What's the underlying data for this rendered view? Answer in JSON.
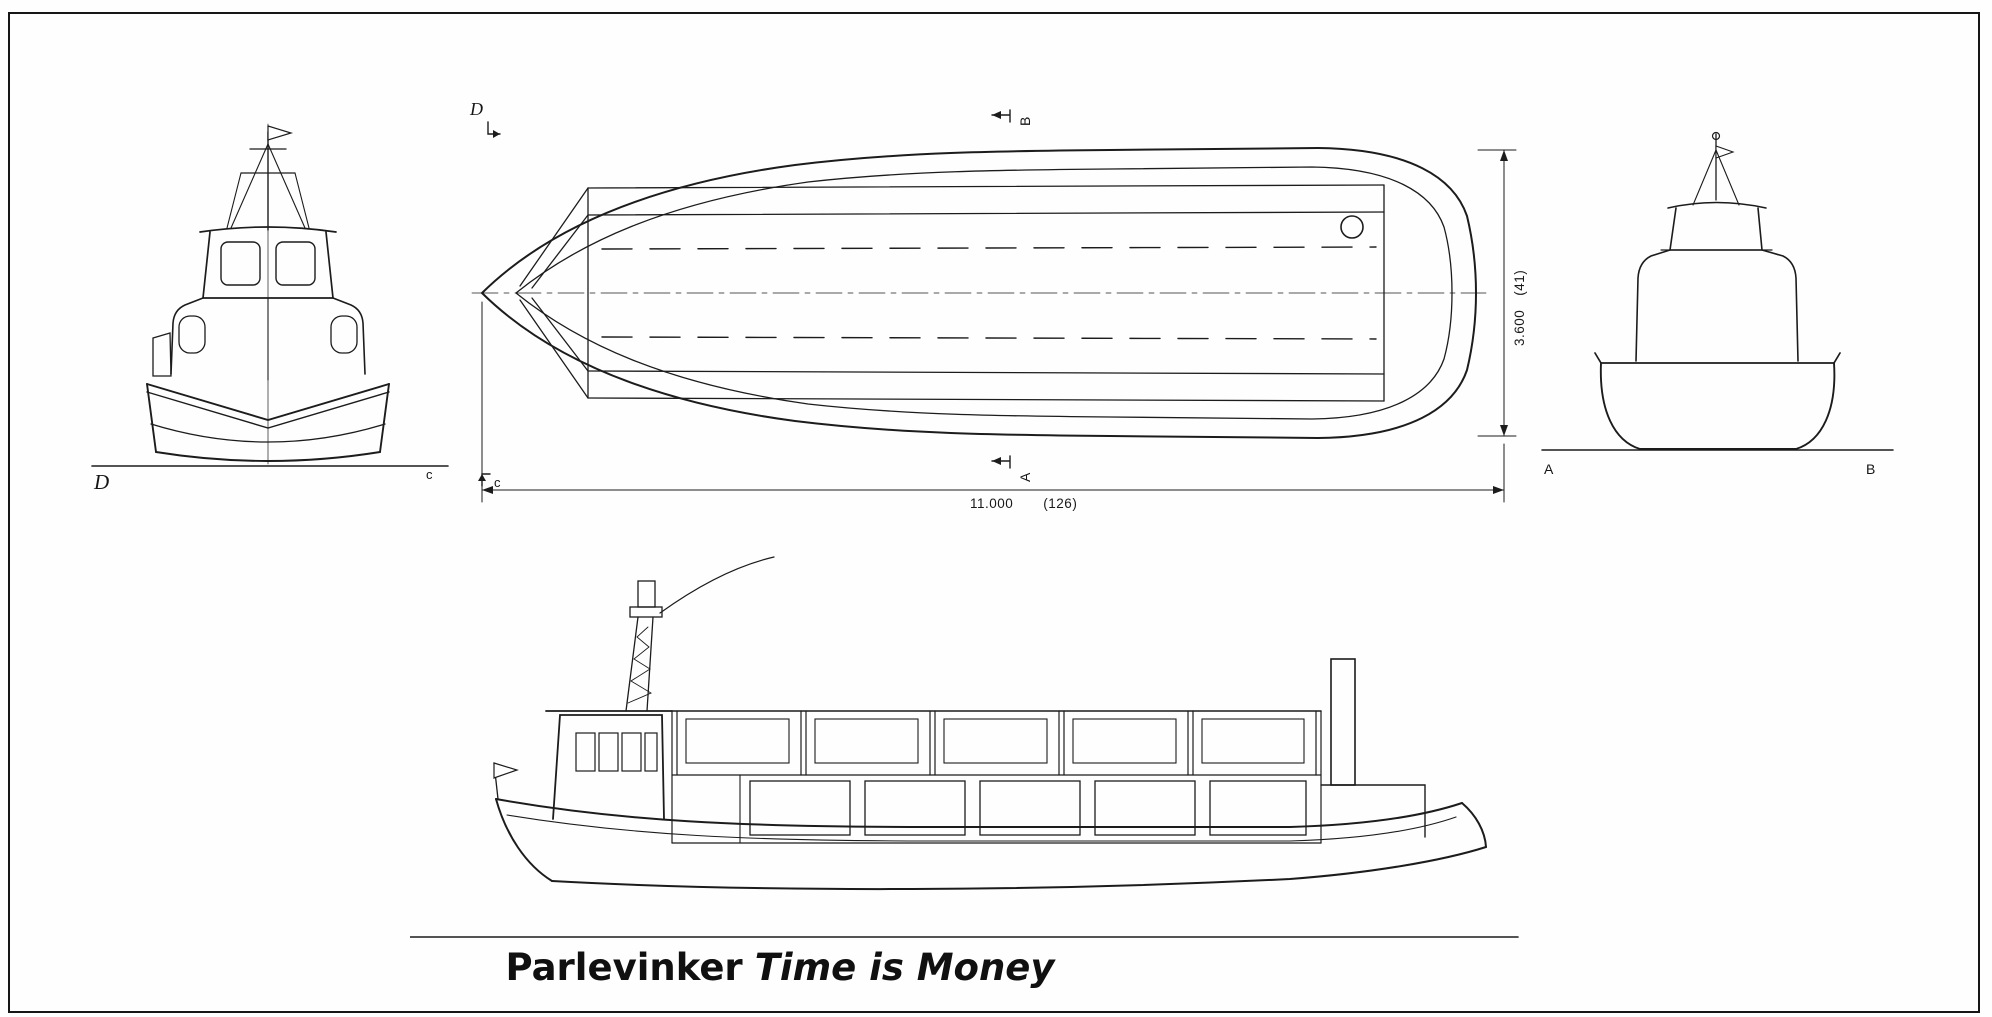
{
  "drawing_title": {
    "name": "Parlevinker",
    "tagline": "Time is Money"
  },
  "plan_view": {
    "section_label_d": "D",
    "section_label_c": "c",
    "section_label_b": "B",
    "section_label_a": "A",
    "beam_dimension": "3.600",
    "beam_dimension_secondary": "(41)",
    "length_dimension": "11.000",
    "length_dimension_secondary": "(126)"
  },
  "bow_view": {
    "label_left": "D",
    "label_right": "c"
  },
  "stern_view": {
    "label_left": "A",
    "label_right": "B"
  },
  "icons": {
    "section_arrow": "bent section-cut arrow (polyline with arrowhead)",
    "dimension_arrow": "filled triangle arrowhead on dimension lines",
    "bow_flag": "small pennant triangle at mast top"
  }
}
